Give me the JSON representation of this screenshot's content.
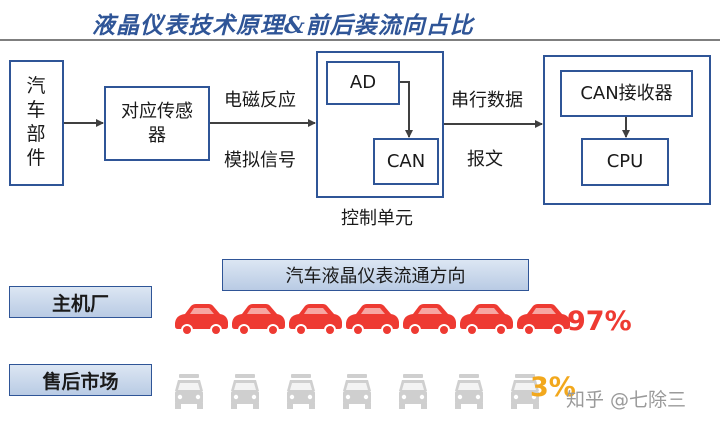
{
  "title": "液晶仪表技术原理&前后装流向占比",
  "flow": {
    "car_parts": "汽车部件",
    "sensor": "对应传感器",
    "label_top": "电磁反应",
    "label_bottom": "模拟信号",
    "ad": "AD",
    "can": "CAN",
    "control_unit": "控制单元",
    "label_serial_top": "串行数据",
    "label_serial_bottom": "报文",
    "can_receiver": "CAN接收器",
    "cpu": "CPU"
  },
  "distribution": {
    "title": "汽车液晶仪表流通方向",
    "rows": [
      {
        "label": "主机厂",
        "percent": "97%",
        "share": 0.97,
        "color": "#ee3a32"
      },
      {
        "label": "售后市场",
        "percent": "3%",
        "share": 0.03,
        "color": "#f2a81d"
      }
    ],
    "inactive_color": "#cfcfcf"
  },
  "watermark": "知乎 @七除三",
  "colors": {
    "accent": "#2f5597",
    "arrow": "#404040"
  },
  "icons": [
    "car-side-icon",
    "car-front-icon"
  ]
}
